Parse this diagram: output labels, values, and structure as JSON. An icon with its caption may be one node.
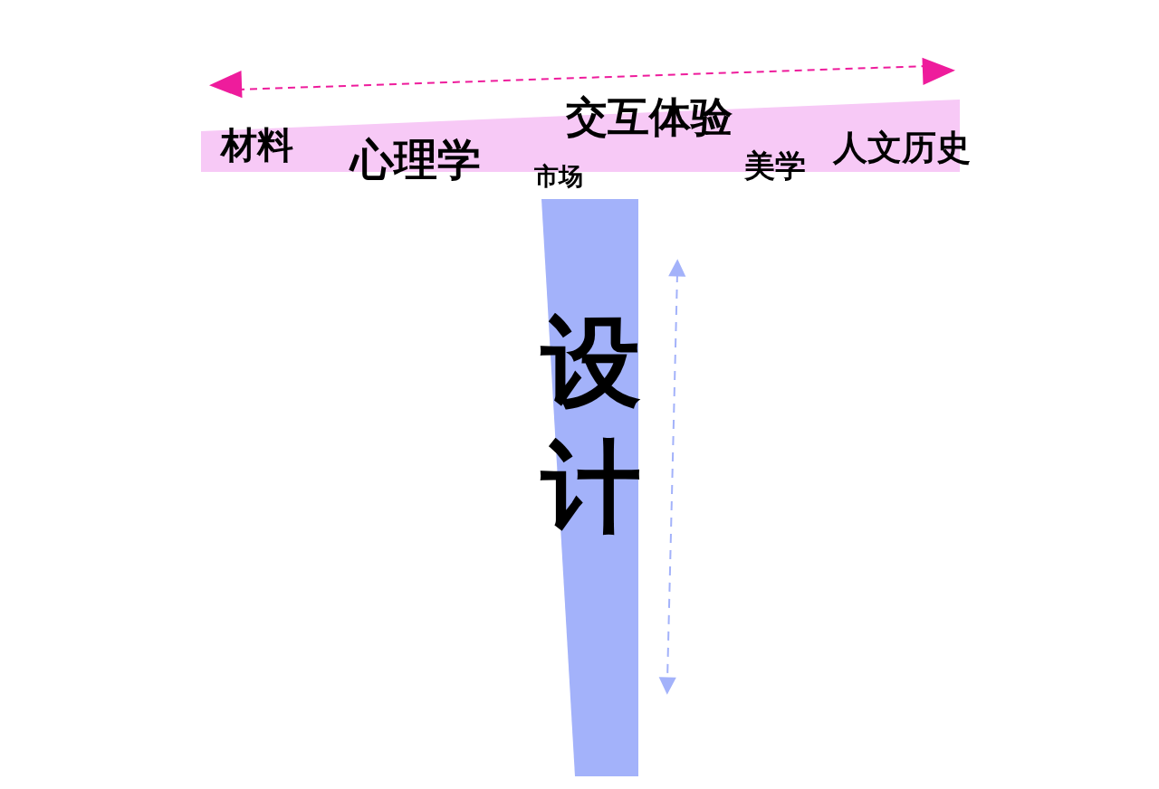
{
  "diagram": {
    "nodes": [
      {
        "text": [
          "材料",
          "心理学",
          "市场",
          "交互体验",
          "美学",
          "人文历史"
        ]
      },
      {
        "text": [
          "设计"
        ]
      }
    ]
  }
}
